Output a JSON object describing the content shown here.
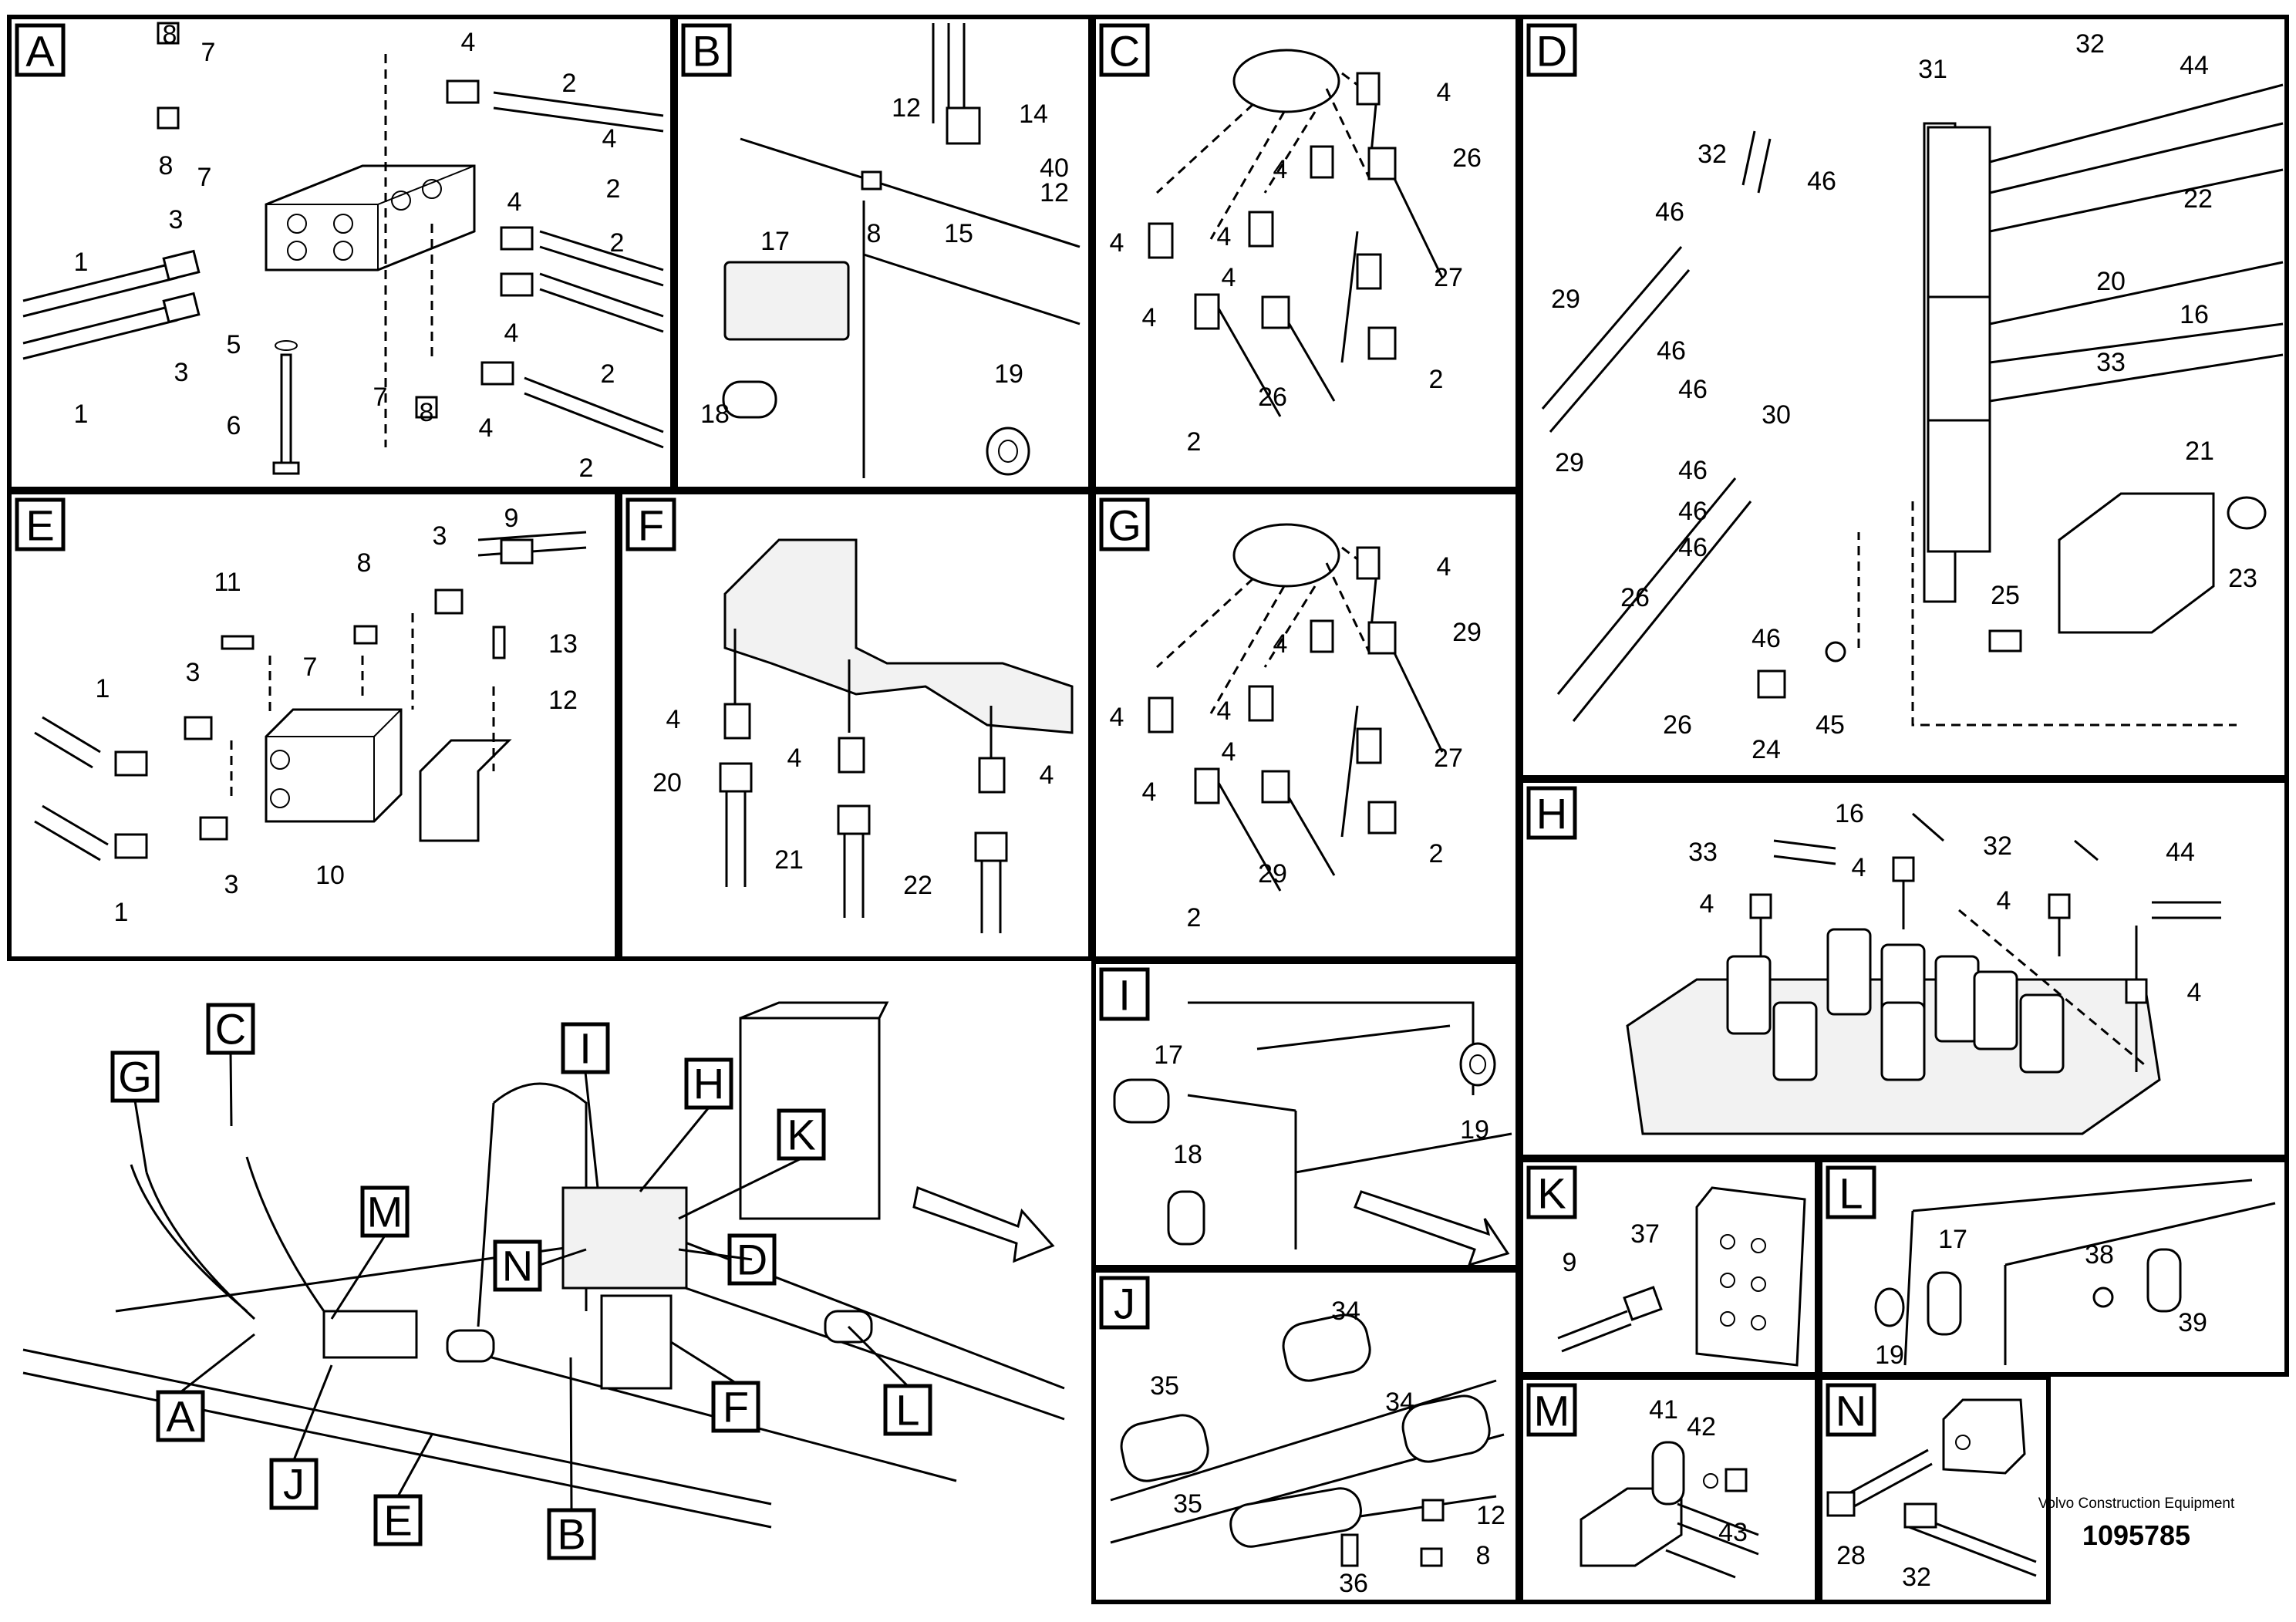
{
  "panels": {
    "A": {
      "tag": "A",
      "callouts": [
        "8",
        "7",
        "8",
        "7",
        "4",
        "2",
        "1",
        "3",
        "1",
        "3",
        "4",
        "2",
        "4",
        "2",
        "4",
        "2",
        "5",
        "6",
        "7",
        "8",
        "4",
        "2"
      ]
    },
    "B": {
      "tag": "B",
      "callouts": [
        "12",
        "14",
        "40",
        "12",
        "8",
        "15",
        "17",
        "18",
        "19"
      ]
    },
    "C": {
      "tag": "C",
      "callouts": [
        "4",
        "4",
        "26",
        "4",
        "4",
        "4",
        "27",
        "4",
        "26",
        "2",
        "2"
      ]
    },
    "D": {
      "tag": "D",
      "callouts": [
        "31",
        "32",
        "44",
        "32",
        "46",
        "22",
        "46",
        "29",
        "46",
        "20",
        "46",
        "16",
        "33",
        "29",
        "30",
        "46",
        "21",
        "46",
        "46",
        "26",
        "46",
        "23",
        "25",
        "26",
        "24",
        "45"
      ]
    },
    "E": {
      "tag": "E",
      "callouts": [
        "9",
        "3",
        "11",
        "8",
        "7",
        "13",
        "12",
        "1",
        "3",
        "1",
        "3",
        "10"
      ]
    },
    "F": {
      "tag": "F",
      "callouts": [
        "4",
        "4",
        "4",
        "20",
        "21",
        "22"
      ]
    },
    "G": {
      "tag": "G",
      "callouts": [
        "4",
        "4",
        "29",
        "4",
        "4",
        "4",
        "27",
        "4",
        "29",
        "2",
        "2"
      ]
    },
    "H": {
      "tag": "H",
      "callouts": [
        "16",
        "33",
        "32",
        "44",
        "4",
        "4",
        "4",
        "4"
      ]
    },
    "I": {
      "tag": "I",
      "callouts": [
        "17",
        "19",
        "18"
      ]
    },
    "J": {
      "tag": "J",
      "callouts": [
        "34",
        "35",
        "34",
        "35",
        "12",
        "36",
        "8"
      ]
    },
    "K": {
      "tag": "K",
      "callouts": [
        "37",
        "9"
      ]
    },
    "L": {
      "tag": "L",
      "callouts": [
        "17",
        "38",
        "19",
        "39"
      ]
    },
    "M": {
      "tag": "M",
      "callouts": [
        "41",
        "42",
        "43"
      ]
    },
    "N": {
      "tag": "N",
      "callouts": [
        "28",
        "32"
      ]
    }
  },
  "overview_tags": [
    "G",
    "C",
    "I",
    "H",
    "M",
    "K",
    "N",
    "D",
    "A",
    "F",
    "L",
    "J",
    "E",
    "B"
  ],
  "footer": {
    "brand": "Volvo Construction Equipment",
    "ref": "1095785"
  }
}
